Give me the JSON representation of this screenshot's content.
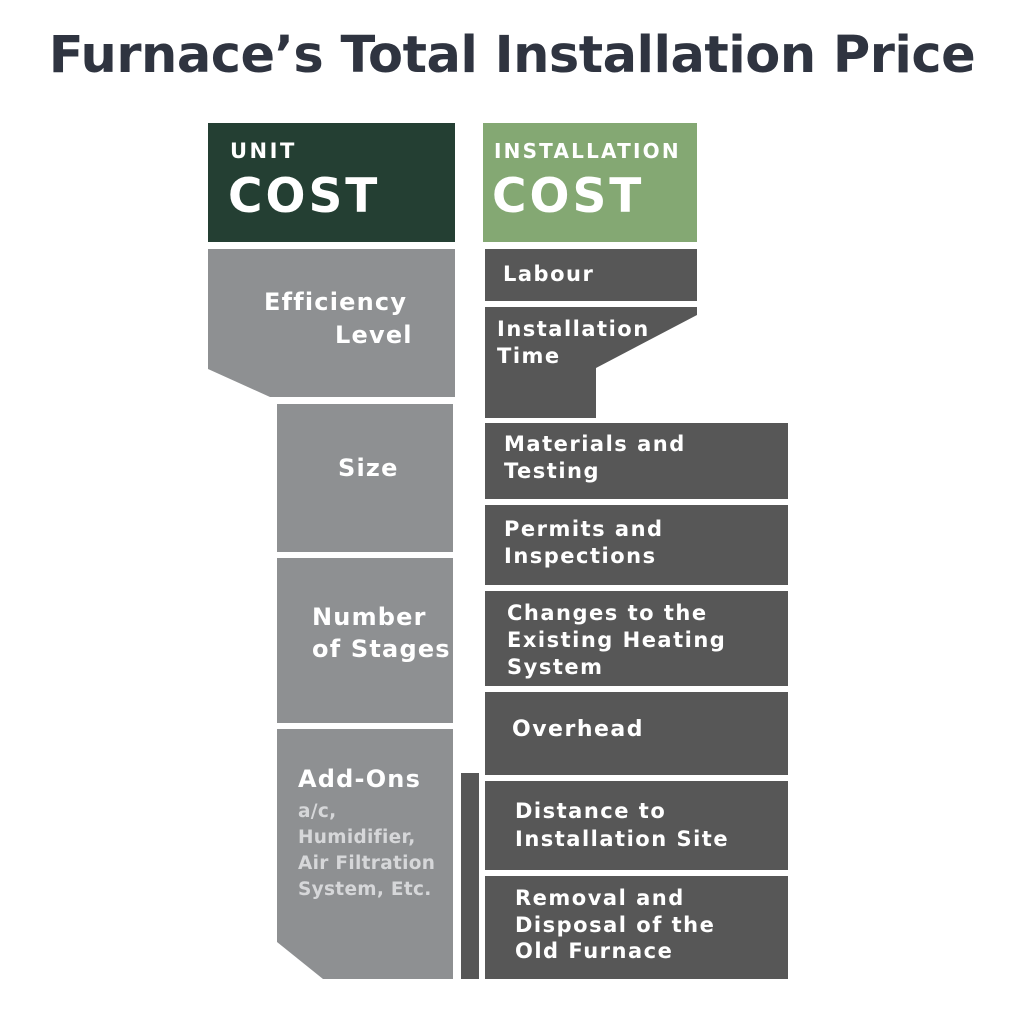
{
  "title": "Furnace’s Total Installation Price",
  "colors": {
    "title": "#2f3440",
    "unit_header": "#243f33",
    "installation_header": "#84a873",
    "unit_blocks": "#8e9092",
    "installation_blocks": "#575757",
    "add_ons_details": "#d6d7d9"
  },
  "unit_cost": {
    "header_small": "UNIT",
    "header_big": "COST",
    "items": [
      {
        "label_line1": "Efficiency",
        "label_line2": "Level"
      },
      {
        "label_line1": "Size"
      },
      {
        "label_line1": "Number",
        "label_line2": "of Stages"
      },
      {
        "label_line1": "Add-Ons",
        "details": [
          "a/c,",
          "Humidifier,",
          "Air Filtration",
          "System, Etc."
        ]
      }
    ]
  },
  "installation_cost": {
    "header_small": "INSTALLATION",
    "header_big": "COST",
    "items": [
      {
        "lines": [
          "Labour"
        ]
      },
      {
        "lines": [
          "Installation",
          "Time"
        ]
      },
      {
        "lines": [
          "Materials and",
          "Testing"
        ]
      },
      {
        "lines": [
          "Permits and",
          "Inspections"
        ]
      },
      {
        "lines": [
          "Changes to the",
          "Existing Heating",
          "System"
        ]
      },
      {
        "lines": [
          "Overhead"
        ]
      },
      {
        "lines": [
          "Distance to",
          "Installation Site"
        ]
      },
      {
        "lines": [
          "Removal and",
          "Disposal of the",
          "Old Furnace"
        ]
      }
    ]
  }
}
